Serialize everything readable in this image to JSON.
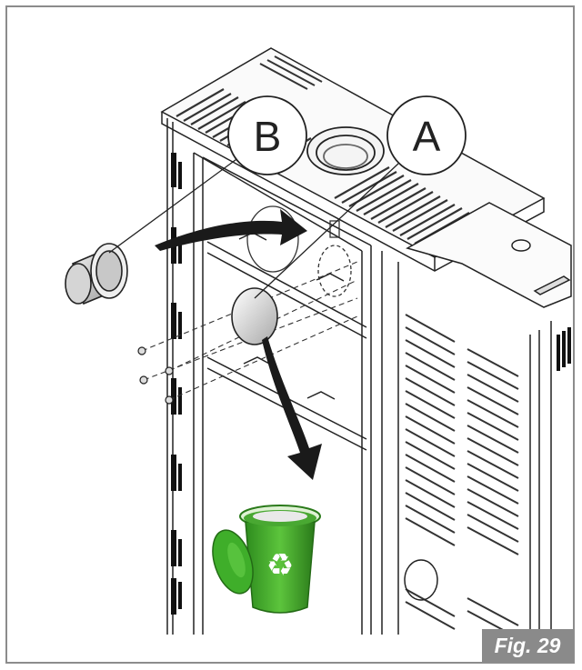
{
  "figure": {
    "label": "Fig. 29"
  },
  "callouts": [
    {
      "id": "a",
      "letter": "A"
    },
    {
      "id": "b",
      "letter": "B"
    }
  ],
  "recycle_bin": {
    "symbol": "♻",
    "color": "#3fae2a"
  },
  "colors": {
    "line": "#222222",
    "label_bg": "#8a8a8a",
    "arrow": "#1a1a1a"
  }
}
